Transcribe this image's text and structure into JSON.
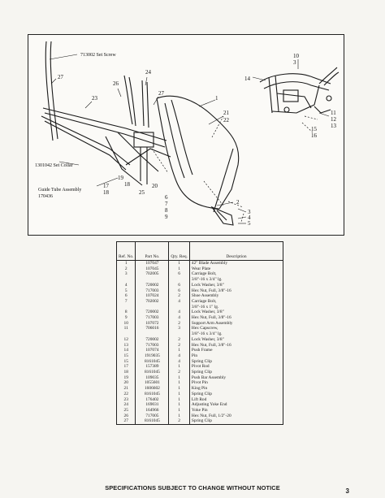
{
  "diagram": {
    "callouts": {
      "c713002": "713002 Set Screw",
      "c27a": "27",
      "c23": "23",
      "c26": "26",
      "c24": "24",
      "c27b": "27",
      "c1": "1",
      "c21": "21",
      "c22": "22",
      "c19": "19",
      "c17": "17",
      "c18": "18",
      "c25": "25",
      "c20": "20",
      "c1301042": "1301042 Set Collar",
      "cguide1": "Guide Tube Assembly",
      "cguide2": "170436",
      "c6": "6",
      "c7": "7",
      "c8": "8",
      "c9": "9",
      "c2": "2",
      "c3": "3",
      "c4": "4",
      "c5": "5",
      "c14": "14",
      "c10": "10",
      "c3b": "3",
      "c11": "11",
      "c12": "12",
      "c13": "13",
      "c15": "15",
      "c16": "16"
    }
  },
  "table": {
    "headers": {
      "ref": "Ref. No.",
      "part": "Part No.",
      "qty": "Qty. Req.",
      "desc": "Description"
    },
    "rows": [
      [
        "1",
        "107047",
        "1",
        "42\" Blade Assembly"
      ],
      [
        "2",
        "107045",
        "1",
        "Wear Plate"
      ],
      [
        "3",
        "702005",
        "6",
        "Carriage Bolt,"
      ],
      [
        "",
        "",
        "",
        "3/8\"-16 x 3/4\" lg."
      ],
      [
        "4",
        "720002",
        "6",
        "Lock Washer, 3/8\""
      ],
      [
        "5",
        "717003",
        "6",
        "Hex Nut, Full, 3/8\"-16"
      ],
      [
        "6",
        "107024",
        "2",
        "Shoe Assembly"
      ],
      [
        "7",
        "702002",
        "4",
        "Carriage Bolt,"
      ],
      [
        "",
        "",
        "",
        "3/8\"-16 x 1\" lg."
      ],
      [
        "8",
        "720002",
        "4",
        "Lock Washer, 3/8\""
      ],
      [
        "9",
        "717003",
        "4",
        "Hex Nut, Full, 3/8\"-16"
      ],
      [
        "10",
        "107072",
        "2",
        "Support Arm Assembly"
      ],
      [
        "11",
        "706016",
        "3",
        "Hex Capscrew,"
      ],
      [
        "",
        "",
        "",
        "3/8\"-16 x 3/4\" lg."
      ],
      [
        "12",
        "720002",
        "2",
        "Lock Washer, 3/8\""
      ],
      [
        "13",
        "717003",
        "2",
        "Hex Nut, Full, 3/8\"-16"
      ],
      [
        "14",
        "107074",
        "1",
        "Push Frame"
      ],
      [
        "15",
        "1919035",
        "4",
        "Pin"
      ],
      [
        "15",
        "8161045",
        "4",
        "Spring Clip"
      ],
      [
        "17",
        "157389",
        "1",
        "Pivot Rod"
      ],
      [
        "18",
        "8161045",
        "2",
        "Spring Clip"
      ],
      [
        "19",
        "109035",
        "1",
        "Push Bar Assembly"
      ],
      [
        "20",
        "1055601",
        "1",
        "Pivot Pin"
      ],
      [
        "21",
        "1606602",
        "1",
        "King Pin"
      ],
      [
        "22",
        "8161045",
        "1",
        "Spring Clip"
      ],
      [
        "23",
        "176402",
        "1",
        "Lift Rod"
      ],
      [
        "24",
        "169031",
        "1",
        "Adjusting Yoke End"
      ],
      [
        "25",
        "164966",
        "1",
        "Yoke Pin"
      ],
      [
        "26",
        "717005",
        "1",
        "Hex Nut, Full, 1/2\"-20"
      ],
      [
        "27",
        "8161045",
        "2",
        "Spring Clip"
      ]
    ]
  },
  "footer": "SPECIFICATIONS SUBJECT TO CHANGE WITHOUT NOTICE",
  "page_number": "3"
}
